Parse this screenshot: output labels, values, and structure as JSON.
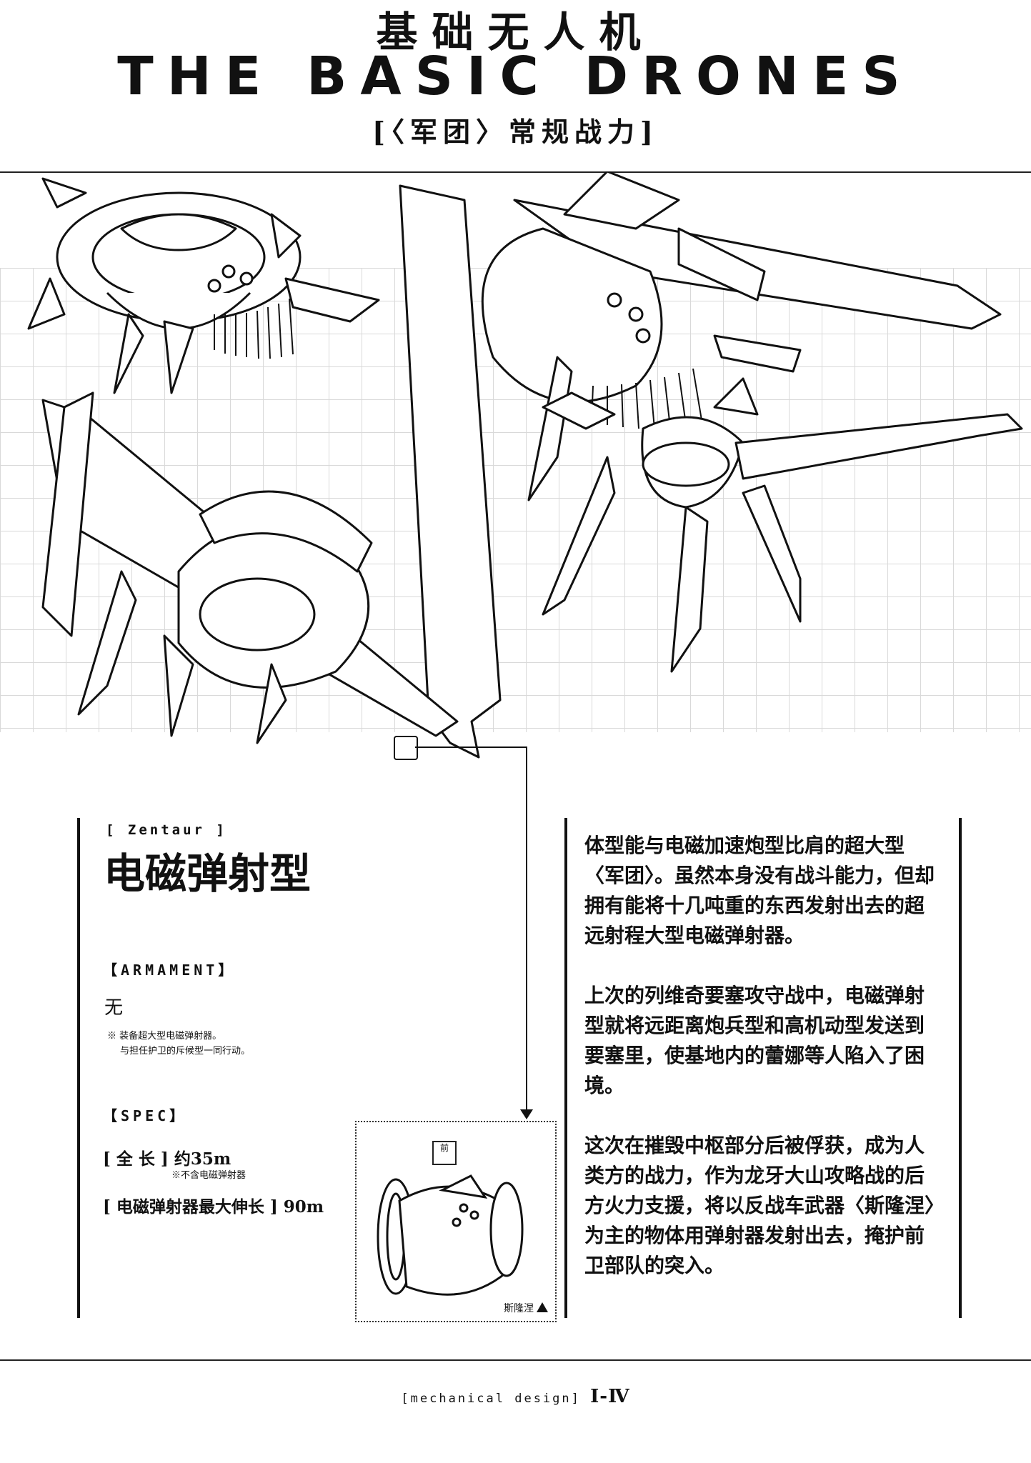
{
  "header": {
    "title_cn": "基础无人机",
    "title_en": "THE BASIC DRONES",
    "subtitle": "[〈军团〉常规战力]"
  },
  "unit": {
    "code_tag": "[ Zentaur ]",
    "name": "电磁弹射型",
    "armament_heading": "【ARMAMENT】",
    "armament_value": "无",
    "armament_note_1": "※ 装备超大型电磁弹射器。",
    "armament_note_2": "与担任护卫的斥候型一同行动。",
    "spec_heading": "【SPEC】",
    "spec_length_label": "[ 全 长 ]",
    "spec_length_value": "约35m",
    "spec_length_note": "※不含电磁弹射器",
    "spec_catapult_label": "[ 电磁弹射器最大伸长 ]",
    "spec_catapult_value": "90m"
  },
  "inset": {
    "caption": "斯隆涅",
    "sign_text": "前"
  },
  "description": [
    "体型能与电磁加速炮型比肩的超大型〈军团〉。虽然本身没有战斗能力，但却拥有能将十几吨重的东西发射出去的超远射程大型电磁弹射器。",
    "上次的列维奇要塞攻守战中，电磁弹射型就将远距离炮兵型和高机动型发送到要塞里，使基地内的蕾娜等人陷入了困境。",
    "这次在摧毁中枢部分后被俘获，成为人类方的战力，作为龙牙大山攻略战的后方火力支援，将以反战车武器〈斯隆涅〉为主的物体用弹射器发射出去，掩护前卫部队的突入。"
  ],
  "footer": {
    "label": "[mechanical design]",
    "page": "Ⅰ-Ⅳ"
  }
}
